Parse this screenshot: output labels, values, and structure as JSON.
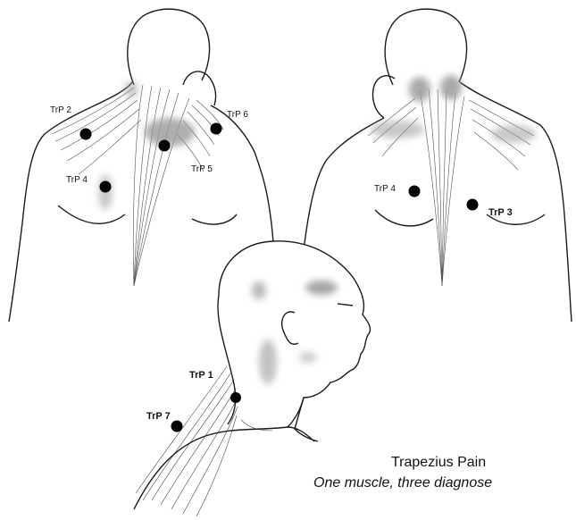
{
  "figure": {
    "title": "Trapezius Pain",
    "subtitle": "One muscle, three diagnose"
  },
  "trigger_points": [
    {
      "id": "trp2",
      "label": "TrP 2",
      "figure": "left-back"
    },
    {
      "id": "trp6",
      "label": "TrP 6",
      "figure": "left-back"
    },
    {
      "id": "trp5",
      "label": "TrP 5",
      "figure": "left-back"
    },
    {
      "id": "trp4a",
      "label": "TrP 4",
      "figure": "left-back"
    },
    {
      "id": "trp4b",
      "label": "TrP 4",
      "figure": "right-back"
    },
    {
      "id": "trp3",
      "label": "TrP 3",
      "figure": "right-back"
    },
    {
      "id": "trp1",
      "label": "TrP 1",
      "figure": "side-head"
    },
    {
      "id": "trp7",
      "label": "TrP 7",
      "figure": "side-head"
    }
  ],
  "colors": {
    "line": "#1a1a1a",
    "pain_zone": "#9a9a9a",
    "point": "#000000",
    "background": "#ffffff"
  }
}
